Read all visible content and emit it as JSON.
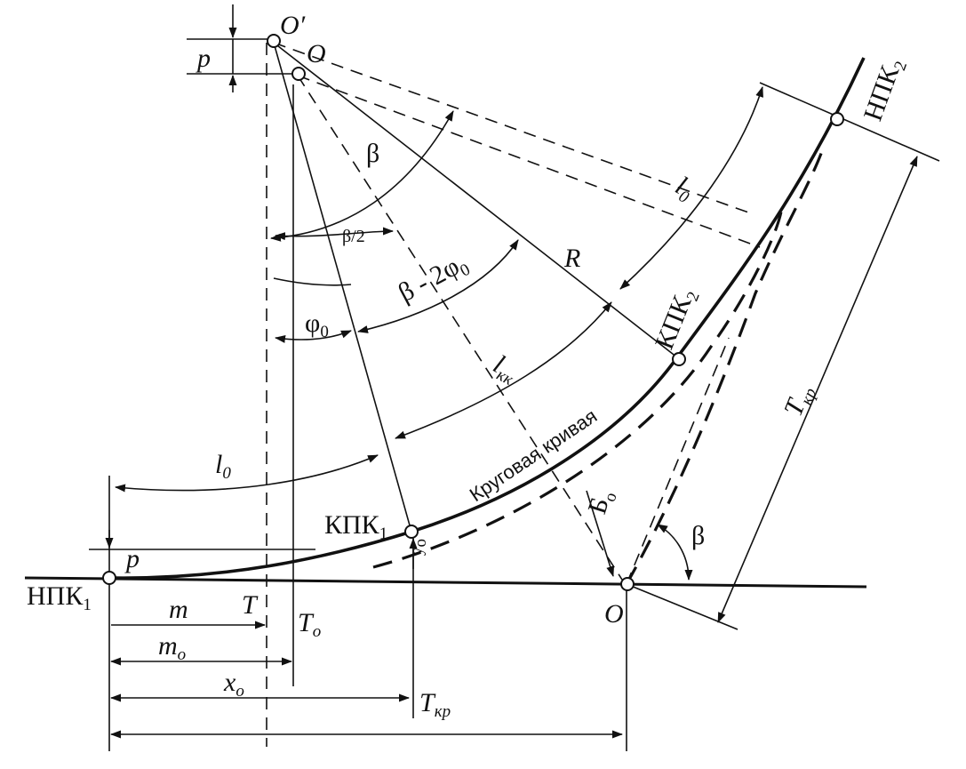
{
  "labels": {
    "o_prime": "O′",
    "o_top": "O",
    "p_top": "p",
    "beta": "β",
    "beta_half": "β/2",
    "beta_minus": "β - 2φ",
    "beta_minus_sub": "0",
    "phi0": "φ",
    "phi0_sub": "0",
    "R": "R",
    "l0_right": "l",
    "l0_right_sub": "0",
    "lkk": "l",
    "lkk_sub": "кк",
    "l0_left": "l",
    "l0_left_sub": "0",
    "curve": "Круговая кривая",
    "kpk1": "КПК",
    "kpk1_sub": "1",
    "kpk2": "КПК",
    "kpk2_sub": "2",
    "npk1": "НПК",
    "npk1_sub": "1",
    "npk2": "НПК",
    "npk2_sub": "2",
    "tkr_right": "T",
    "tkr_right_sub": "кр",
    "b0": "Б",
    "b0_sub": "о",
    "beta_bottom": "β",
    "p_bottom": "p",
    "y0": "y",
    "y0_sub": "о",
    "o_bottom": "O",
    "T": "T",
    "T0": "T",
    "T0_sub": "о",
    "m": "m",
    "m0": "m",
    "m0_sub": "о",
    "x0": "x",
    "x0_sub": "о",
    "tkr_bottom": "T",
    "tkr_bottom_sub": "кр"
  }
}
